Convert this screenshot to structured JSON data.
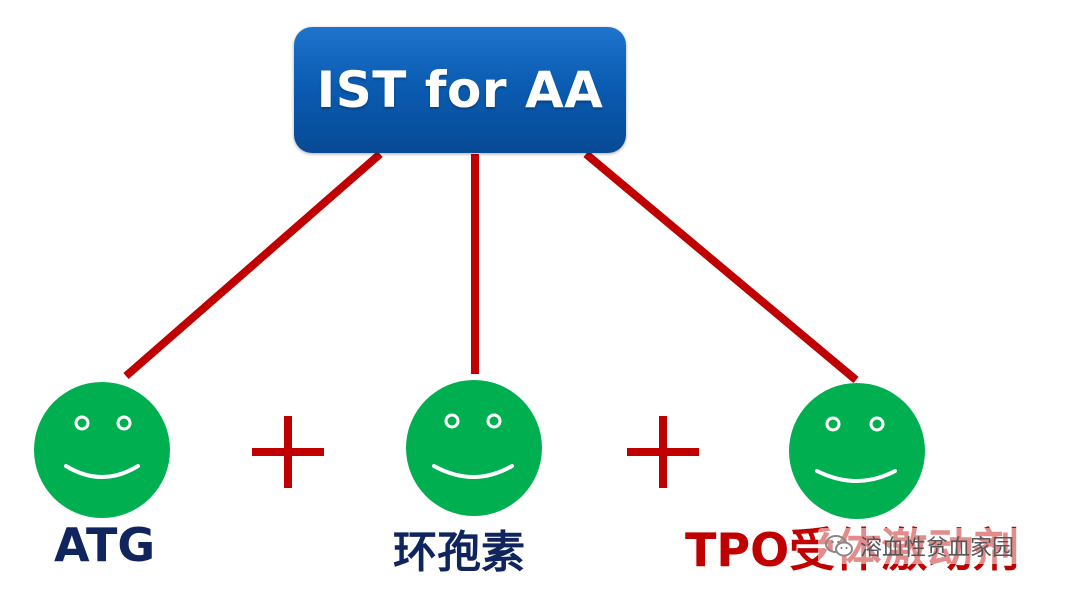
{
  "root": {
    "title": "IST for AA"
  },
  "nodes": [
    {
      "label": "ATG",
      "color": "#10245e"
    },
    {
      "label": "环孢素",
      "color": "#10245e"
    },
    {
      "label": "TPO受体激动剂",
      "color": "#c00000"
    }
  ],
  "operators": [
    "+",
    "+"
  ],
  "watermark": {
    "text": "溶血性贫血家园",
    "icon": "wechat-icon"
  },
  "colors": {
    "box_top": "#1f74cc",
    "box_bottom": "#074a95",
    "connector": "#c00000",
    "face": "#00b050",
    "plus": "#c00000"
  }
}
